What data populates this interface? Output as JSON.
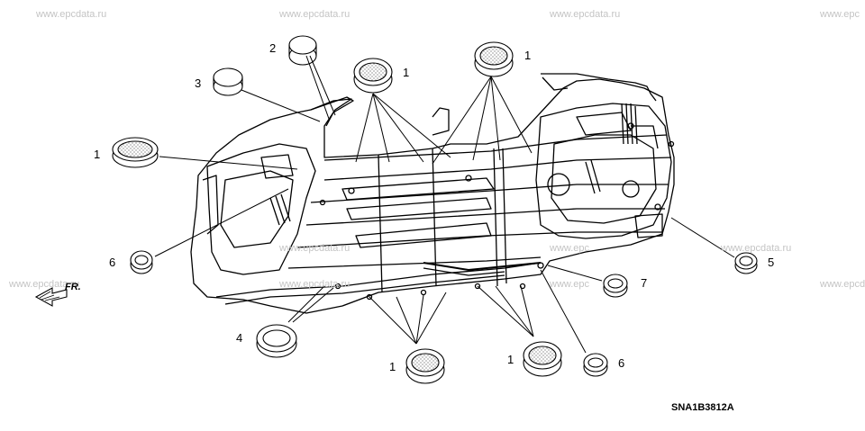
{
  "watermarks": [
    "www.epcdata.ru",
    "www.epcdata.ru",
    "www.epcdata.ru",
    "www.epc",
    "www.epcdata.ru",
    "www.epcdata.ru",
    "www.epc",
    "www.epcdata.ru",
    "www.epcdata.ru",
    "www.epcdata.ru",
    "www.epc"
  ],
  "callouts": {
    "c1": "1",
    "c2": "2",
    "c3": "3",
    "c4": "4",
    "c5": "5",
    "c6": "6",
    "c7": "7",
    "c8": "1",
    "c9": "1",
    "c10": "1",
    "c11": "1",
    "c12": "6"
  },
  "direction_label": "FR.",
  "diagram_code": "SNA1B3812A",
  "icons": {
    "grommet_large": "plug-grommet-icon",
    "grommet_small": "ring-grommet-icon",
    "direction": "direction-arrow-icon"
  }
}
